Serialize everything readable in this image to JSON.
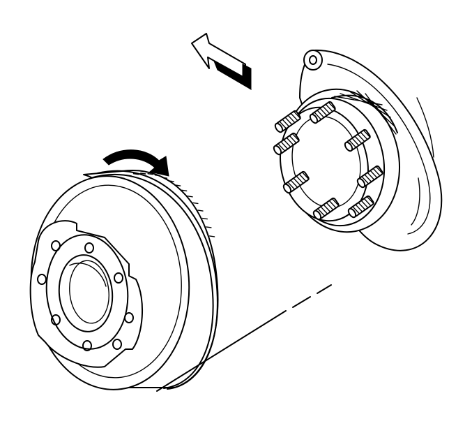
{
  "diagram": {
    "components": {
      "rotor": "brake-rotor",
      "hub": "wheel-hub",
      "shield": "backing-plate",
      "studs": "wheel-studs"
    },
    "indicators": {
      "direction_arrow": "arrow-left-up-icon",
      "rotation_arrow": "curved-arrow-clockwise-icon"
    },
    "colors": {
      "line": "#000000",
      "background": "#ffffff"
    },
    "rotor_bolt_holes": 8,
    "hub_studs": 8
  }
}
